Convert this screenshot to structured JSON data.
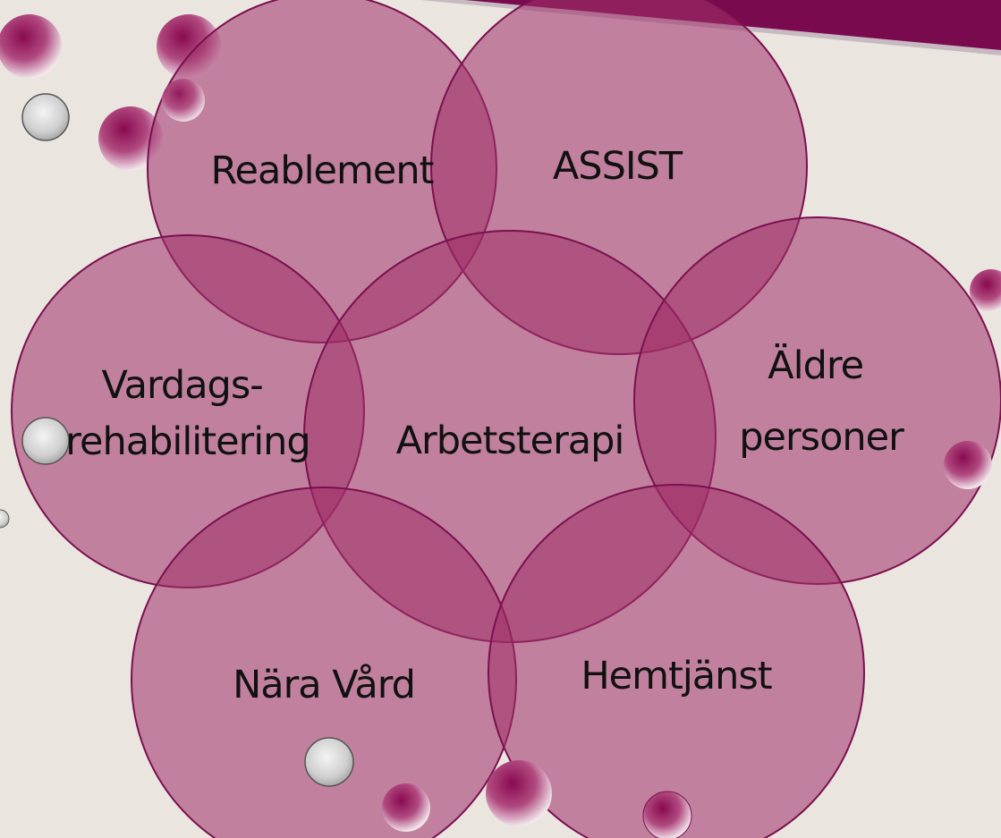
{
  "colors": {
    "background": "#eae6df",
    "circle_fill": "#a0306a",
    "circle_stroke": "#7a1050",
    "accent_band": "#7a0a4e",
    "text": "#111111"
  },
  "diagram": {
    "circles": [
      {
        "id": "reablement",
        "lines": [
          "Reablement"
        ]
      },
      {
        "id": "assist",
        "lines": [
          "ASSIST"
        ]
      },
      {
        "id": "vardagsrehab",
        "lines": [
          "Vardags-",
          "rehabilitering"
        ]
      },
      {
        "id": "arbetsterapi",
        "lines": [
          "Arbetsterapi"
        ]
      },
      {
        "id": "aldre",
        "lines": [
          "Äldre",
          "personer"
        ]
      },
      {
        "id": "nara-vard",
        "lines": [
          "Nära Vård"
        ]
      },
      {
        "id": "hemtjanst",
        "lines": [
          "Hemtjänst"
        ]
      }
    ]
  }
}
